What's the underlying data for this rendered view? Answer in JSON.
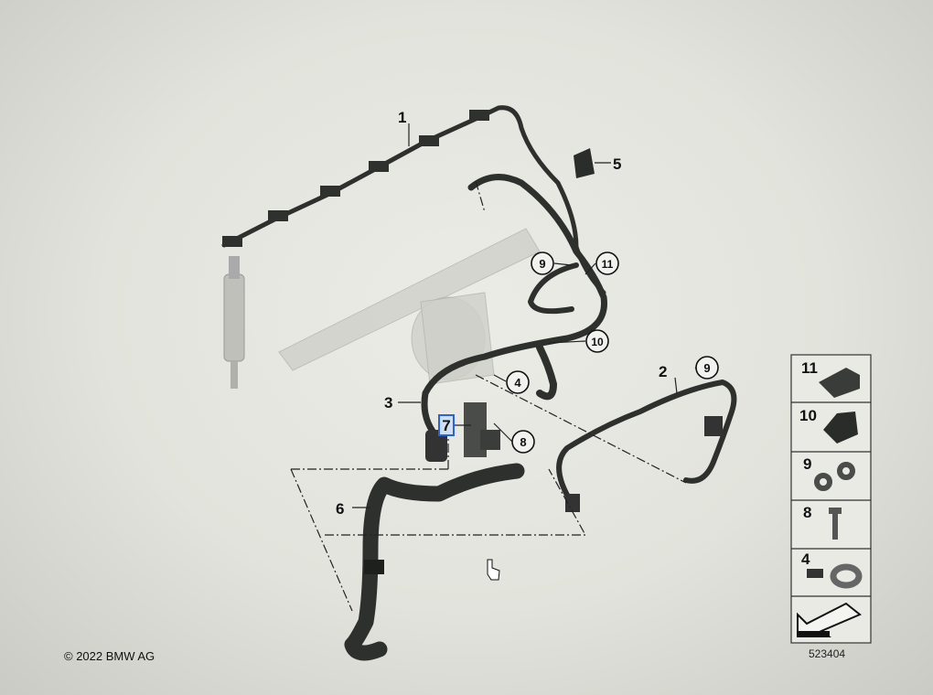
{
  "diagram": {
    "callouts": {
      "c1": "1",
      "c2": "2",
      "c3": "3",
      "c4": "4",
      "c5": "5",
      "c6": "6",
      "c7": "7",
      "c8": "8",
      "c9a": "9",
      "c9b": "9",
      "c10": "10",
      "c11": "11"
    },
    "legend": [
      {
        "num": "11",
        "icon": "hose-holder-clip-icon"
      },
      {
        "num": "10",
        "icon": "hose-clip-icon"
      },
      {
        "num": "9",
        "icon": "double-clip-icon"
      },
      {
        "num": "8",
        "icon": "bolt-icon"
      },
      {
        "num": "4",
        "icon": "hose-clamp-icon"
      }
    ],
    "reference_number": "523404",
    "copyright": "© 2022 BMW AG",
    "highlighted_callout": "7",
    "highlight_color": "#2a63d8"
  }
}
